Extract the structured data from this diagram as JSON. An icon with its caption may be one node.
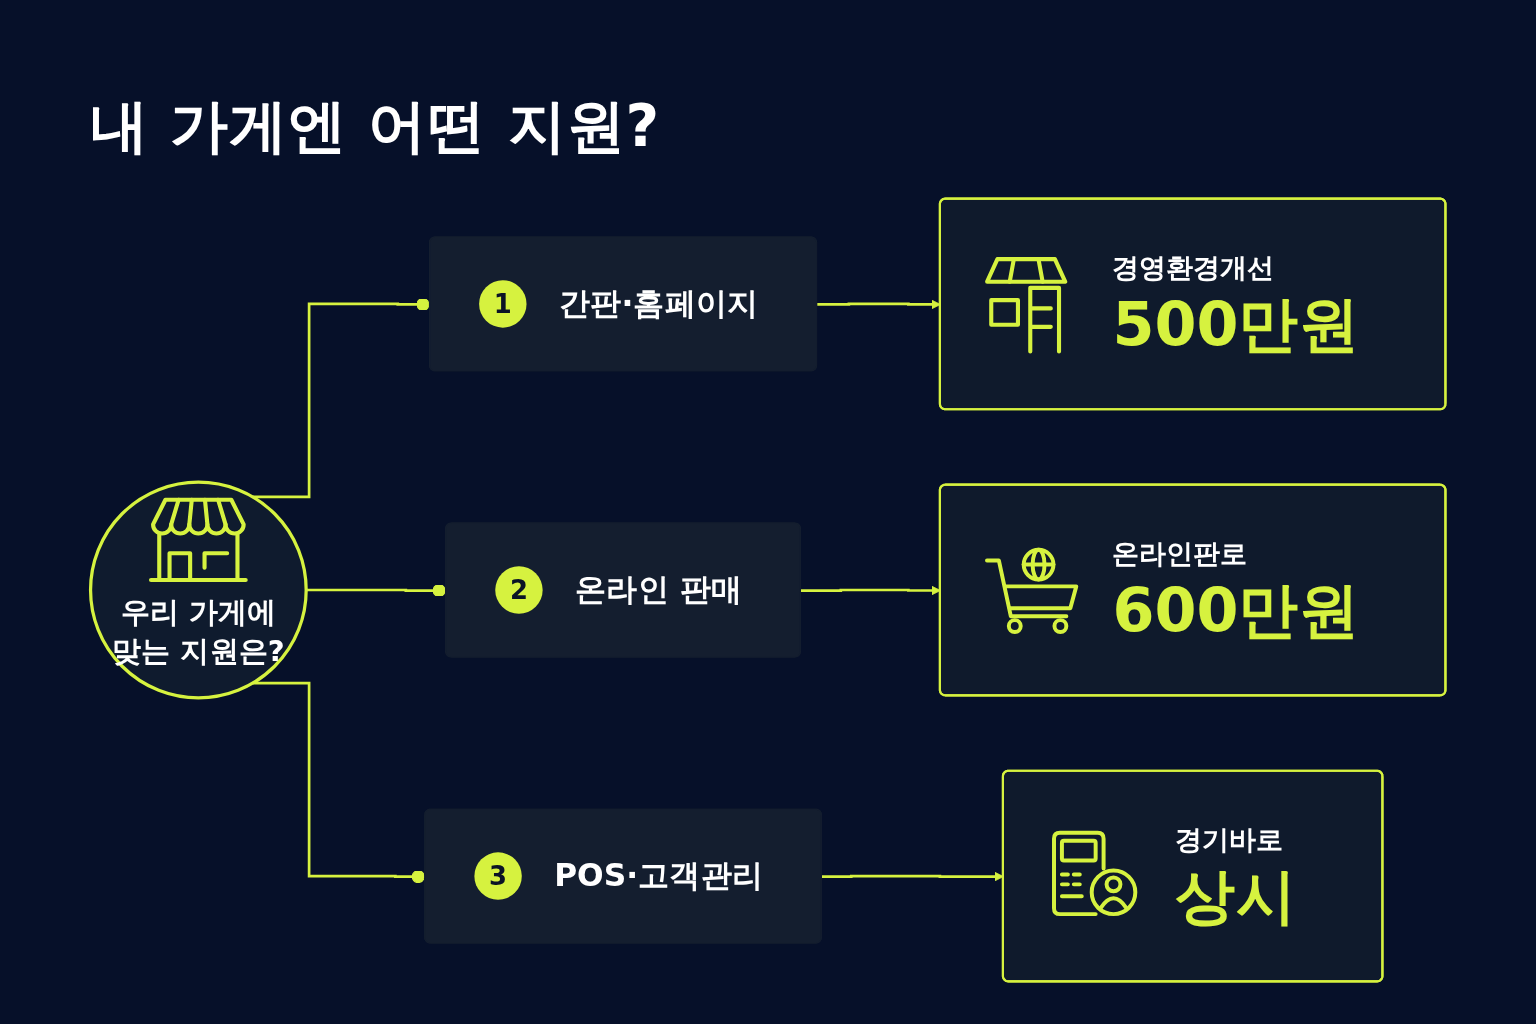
{
  "diagram": {
    "title": "내 가게엔 어떤 지원?",
    "nodes": [
      {
        "text": [
          "우리 가게에 맞는 지원은?"
        ]
      },
      {
        "text": [
          "1",
          "간판·홈페이지"
        ]
      },
      {
        "text": [
          "2",
          "온라인 판매"
        ]
      },
      {
        "text": [
          "3",
          "POS·고객관리"
        ]
      },
      {
        "text": [
          "경영환경개선",
          "500만원"
        ]
      },
      {
        "text": [
          "온라인판로",
          "600만원"
        ]
      },
      {
        "text": [
          "경기바로",
          "상시"
        ]
      }
    ],
    "edges": [
      {
        "from": 0,
        "to": 1,
        "arrow": "other"
      },
      {
        "from": 0,
        "to": 2,
        "arrow": "other"
      },
      {
        "from": 0,
        "to": 3,
        "arrow": "other"
      },
      {
        "from": 1,
        "to": 4,
        "arrow": "to"
      },
      {
        "from": 2,
        "to": 5,
        "arrow": "to"
      },
      {
        "from": 3,
        "to": 6,
        "arrow": "to"
      }
    ]
  }
}
